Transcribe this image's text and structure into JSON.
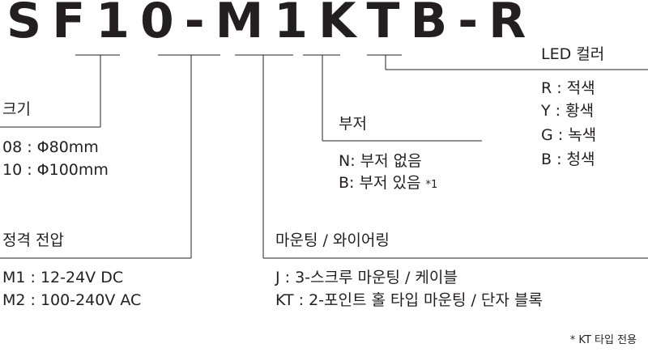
{
  "model_code": "SF10-M1KTB-R",
  "size": {
    "title": "크기",
    "options": [
      "08 : Φ80mm",
      "10 : Φ100mm"
    ]
  },
  "voltage": {
    "title": "정격 전압",
    "options": [
      "M1 : 12-24V DC",
      "M2 : 100-240V AC"
    ]
  },
  "mounting": {
    "title": "마운팅 / 와이어링",
    "options": [
      "J : 3-스크루 마운팅 / 케이블",
      "KT : 2-포인트 홀 타입 마운팅 / 단자 블록"
    ]
  },
  "buzzer": {
    "title": "부저",
    "options": [
      "N: 부저 없음",
      "B: 부저 있음"
    ],
    "option_note_mark": "*1"
  },
  "led_color": {
    "title": "LED 컬러",
    "options": [
      "R : 적색",
      "Y : 황색",
      "G : 녹색",
      "B : 청색"
    ]
  },
  "footnote": "* KT 타입 전용"
}
